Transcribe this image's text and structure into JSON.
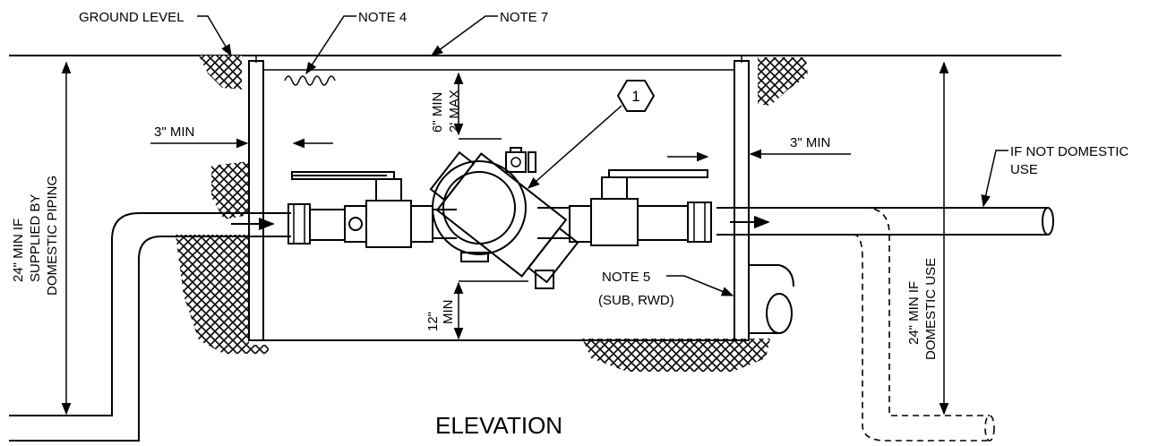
{
  "title": "ELEVATION",
  "callout_number": "1",
  "labels": {
    "ground_level": "GROUND LEVEL",
    "note4": "NOTE 4",
    "note7": "NOTE 7",
    "note5": "NOTE 5",
    "note5_sub": "(SUB, RWD)",
    "min3_left": "3\" MIN",
    "min3_right": "3\" MIN",
    "min6": "6\" MIN",
    "max2": "2' MAX",
    "min12": "12\"",
    "min12b": "MIN",
    "left_dim_1": "24\" MIN IF",
    "left_dim_2": "SUPPLIED BY",
    "left_dim_3": "DOMESTIC PIPING",
    "right_dim_1": "24\" MIN IF",
    "right_dim_2": "DOMESTIC USE",
    "not_domestic_1": "IF NOT DOMESTIC",
    "not_domestic_2": "USE"
  }
}
